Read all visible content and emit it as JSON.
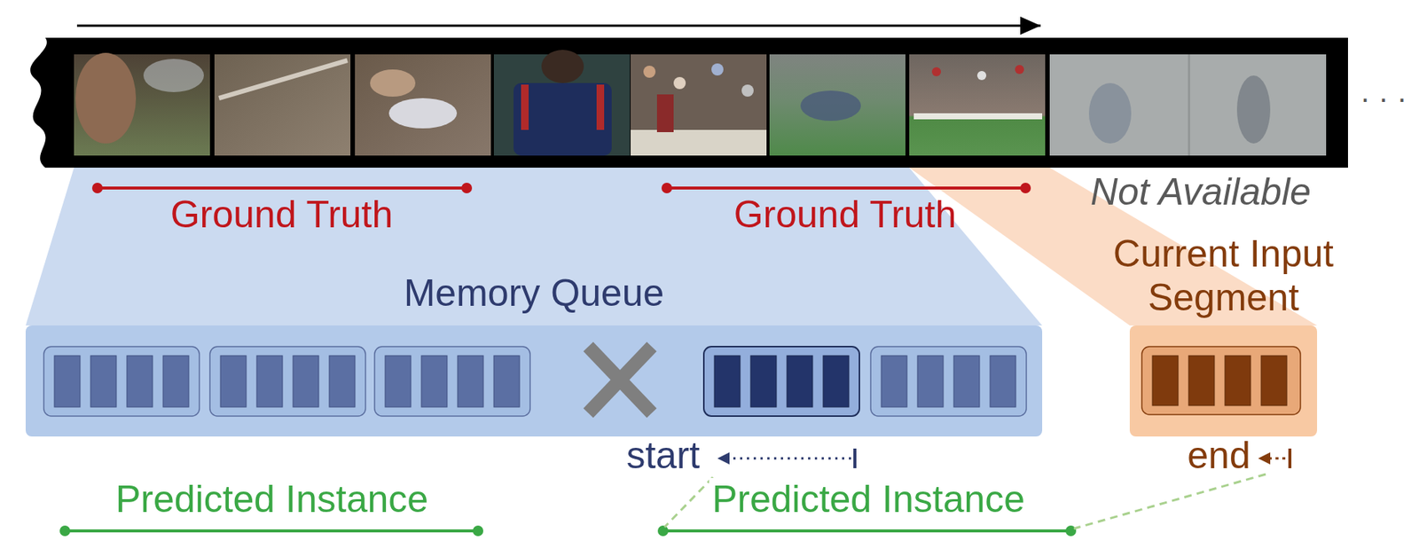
{
  "diagram": {
    "nodes": [
      {
        "text": [
          "Memory Queue"
        ]
      },
      {
        "text": [
          "Current Input Segment"
        ]
      }
    ],
    "labels": [
      "Ground Truth",
      "Ground Truth",
      "Not Available",
      "start",
      "end",
      "Predicted Instance",
      "Predicted Instance",
      "· · ·"
    ]
  }
}
